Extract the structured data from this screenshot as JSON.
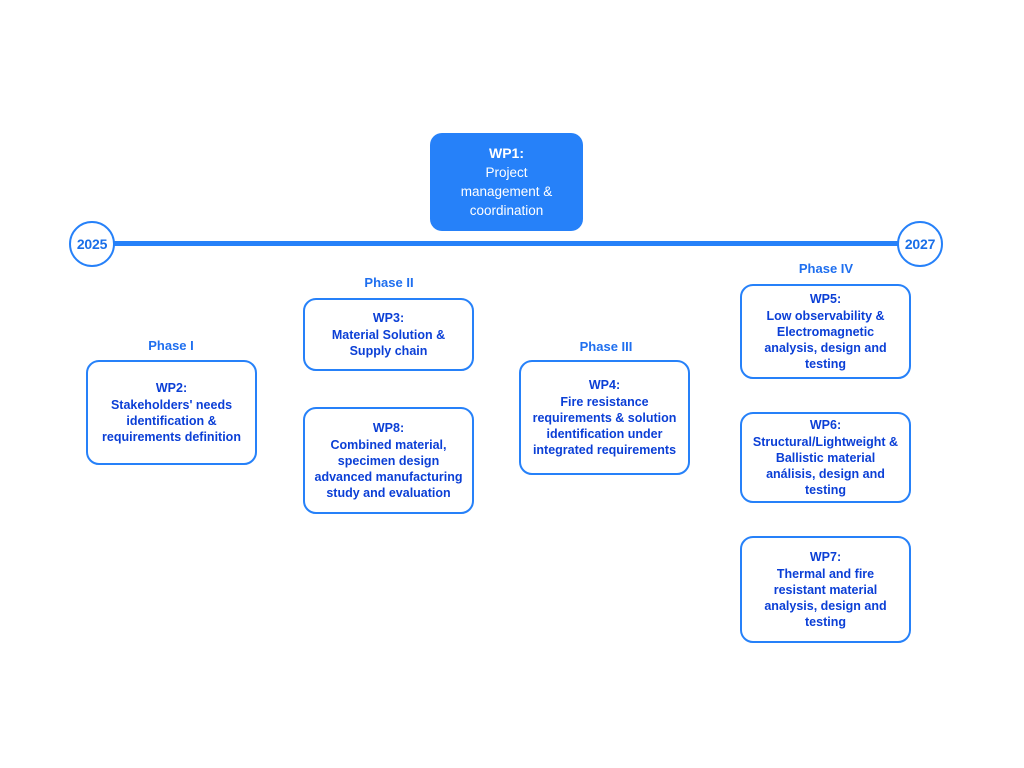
{
  "diagram": {
    "title": "Project work package timeline",
    "colors": {
      "accent": "#2681F9",
      "text_blue": "#0B3FD6",
      "phase_blue": "#1F6FEF",
      "white": "#FFFFFF"
    },
    "timeline": {
      "start_year": "2025",
      "end_year": "2027"
    },
    "wp1": {
      "code": "WP1:",
      "line1": "Project",
      "line2": "management &",
      "line3": "coordination"
    },
    "phases": [
      {
        "label": "Phase I"
      },
      {
        "label": "Phase II"
      },
      {
        "label": "Phase III"
      },
      {
        "label": "Phase IV"
      }
    ],
    "work_packages": [
      {
        "code": "WP2:",
        "text": "Stakeholders' needs identification & requirements definition",
        "phase": "Phase I"
      },
      {
        "code": "WP3:",
        "text": "Material Solution & Supply chain",
        "phase": "Phase II"
      },
      {
        "code": "WP8:",
        "text": "Combined material, specimen design advanced manufacturing study and evaluation",
        "phase": "Phase II"
      },
      {
        "code": "WP4:",
        "text": "Fire resistance requirements & solution identification under integrated requirements",
        "phase": "Phase III"
      },
      {
        "code": "WP5:",
        "text": "Low observability & Electromagnetic analysis, design and testing",
        "phase": "Phase IV"
      },
      {
        "code": "WP6:",
        "text": "Structural/Lightweight & Ballistic material análisis, design and testing",
        "phase": "Phase IV"
      },
      {
        "code": "WP7:",
        "text": "Thermal and fire resistant material analysis, design and testing",
        "phase": "Phase IV"
      }
    ]
  }
}
